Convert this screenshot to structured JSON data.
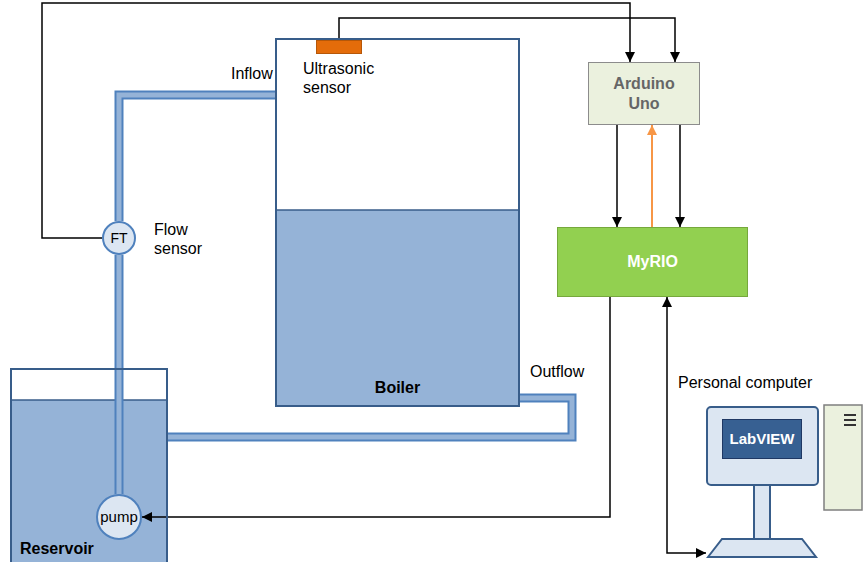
{
  "diagram": {
    "nodes": [
      {
        "text": [
          "Boiler"
        ]
      },
      {
        "text": [
          "Ultrasonic sensor"
        ],
        "in": 0
      },
      {
        "text": [
          "FT",
          "Flow sensor"
        ]
      },
      {
        "text": [
          "Arduino Uno"
        ]
      },
      {
        "text": [
          "MyRIO"
        ]
      },
      {
        "text": [
          "Reservoir"
        ]
      },
      {
        "text": [
          "pump"
        ],
        "in": 5
      },
      {
        "text": [
          "Personal computer"
        ]
      },
      {
        "text": [
          "LabVIEW"
        ],
        "in": 7
      }
    ],
    "edges": [
      {
        "from": 1,
        "to": 3,
        "arrow": "to"
      },
      {
        "from": 2,
        "to": 3,
        "arrow": "to"
      },
      {
        "from": 3,
        "to": 4,
        "arrow": "to"
      },
      {
        "from": 4,
        "to": 3,
        "arrow": "to"
      },
      {
        "from": 3,
        "to": 4,
        "arrow": "to"
      },
      {
        "from": 4,
        "to": 6,
        "arrow": "to"
      },
      {
        "from": 4,
        "to": 7,
        "arrow": "both"
      },
      {
        "from": 6,
        "to": 2,
        "arrow": "none"
      },
      {
        "from": 2,
        "to": 0,
        "arrow": "none",
        "label": "Inflow"
      },
      {
        "from": 0,
        "to": 5,
        "arrow": "none",
        "label": "Outflow"
      }
    ]
  }
}
